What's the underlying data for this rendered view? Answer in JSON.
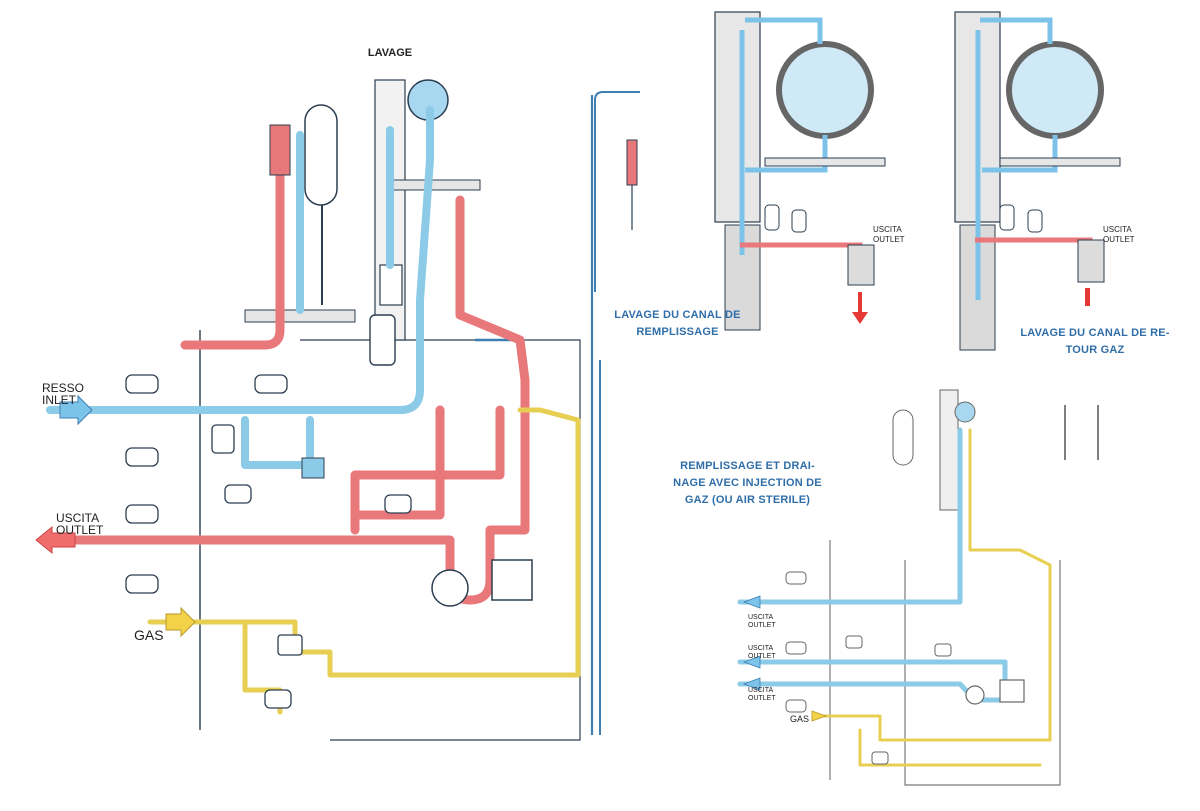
{
  "labels": {
    "lavage": "LAVAGE",
    "inlet_top": "RESSO",
    "inlet_bottom": "INLET",
    "outlet_top": "USCITA",
    "outlet_bottom": "OUTLET",
    "gas": "GAS",
    "small_outlet_top": "USCITA",
    "small_outlet_bottom": "OUTLET"
  },
  "captions": {
    "fill_canal_line1": "LAVAGE DU CANAL DE",
    "fill_canal_line2": "REMPLISSAGE",
    "return_gas_line1": "LAVAGE DU CANAL DE RE-",
    "return_gas_line2": "TOUR GAZ",
    "fill_drain_line1": "REMPLISSAGE ET DRAI-",
    "fill_drain_line2": "NAGE AVEC INJECTION DE",
    "fill_drain_line3": "GAZ (OU AIR STERILE)"
  },
  "colors": {
    "water_blue": "#8ccbe8",
    "hot_red": "#e9787a",
    "gas_yellow": "#e6cf52",
    "frame_dark": "#2c3e50",
    "caption_blue": "#2f6ea8"
  }
}
